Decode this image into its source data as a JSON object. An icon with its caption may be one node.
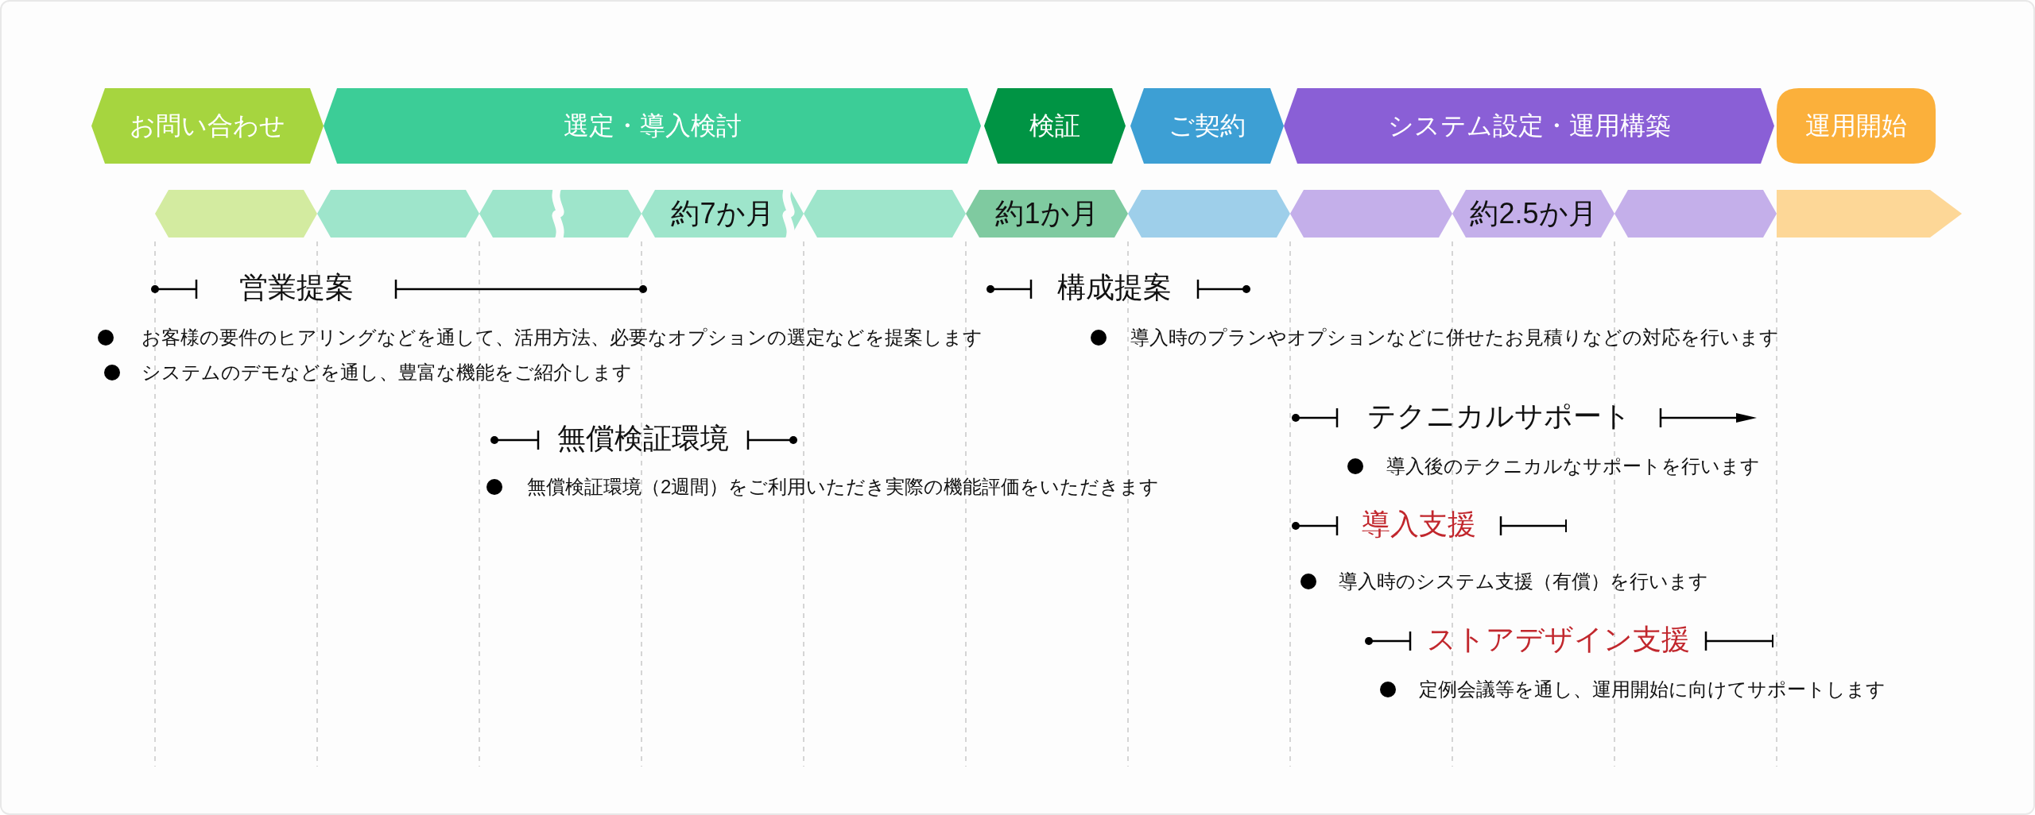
{
  "diagram": {
    "nodes": [
      {
        "text": [
          "お問い合わせ"
        ]
      },
      {
        "text": [
          "選定・導入検討"
        ]
      },
      {
        "text": [
          "検証"
        ]
      },
      {
        "text": [
          "ご契約"
        ]
      },
      {
        "text": [
          "システム設定・運用構築"
        ]
      },
      {
        "text": [
          "運用開始"
        ]
      },
      {
        "text": [],
        "shape": "chevron"
      },
      {
        "text": [],
        "shape": "chevron"
      },
      {
        "text": [],
        "shape": "chevron"
      },
      {
        "text": [
          "約7か月"
        ]
      },
      {
        "text": [],
        "shape": "chevron"
      },
      {
        "text": [
          "約1か月"
        ]
      },
      {
        "text": [],
        "shape": "chevron"
      },
      {
        "text": [],
        "shape": "chevron"
      },
      {
        "text": [
          "約2.5か月"
        ]
      },
      {
        "text": [],
        "shape": "chevron"
      },
      {
        "text": [],
        "shape": "arrow"
      }
    ],
    "labels": [
      "営業提案",
      "構成提案",
      "お客様の要件のヒアリングなどを通して、活用方法、必要なオプションの選定などを提案します",
      "導入時のプランやオプションなどに併せたお見積りなどの対応を行います",
      "システムのデモなどを通し、豊富な機能をご紹介します",
      "テクニカルサポート",
      "無償検証環境",
      "導入後のテクニカルなサポートを行います",
      "無償検証環境（2週間）をご利用いただき実際の機能評価をいただきます",
      "導入支援",
      "導入時のシステム支援（有償）を行います",
      "ストアデザイン支援",
      "定例会議等を通し、運用開始に向けてサポートします"
    ]
  }
}
